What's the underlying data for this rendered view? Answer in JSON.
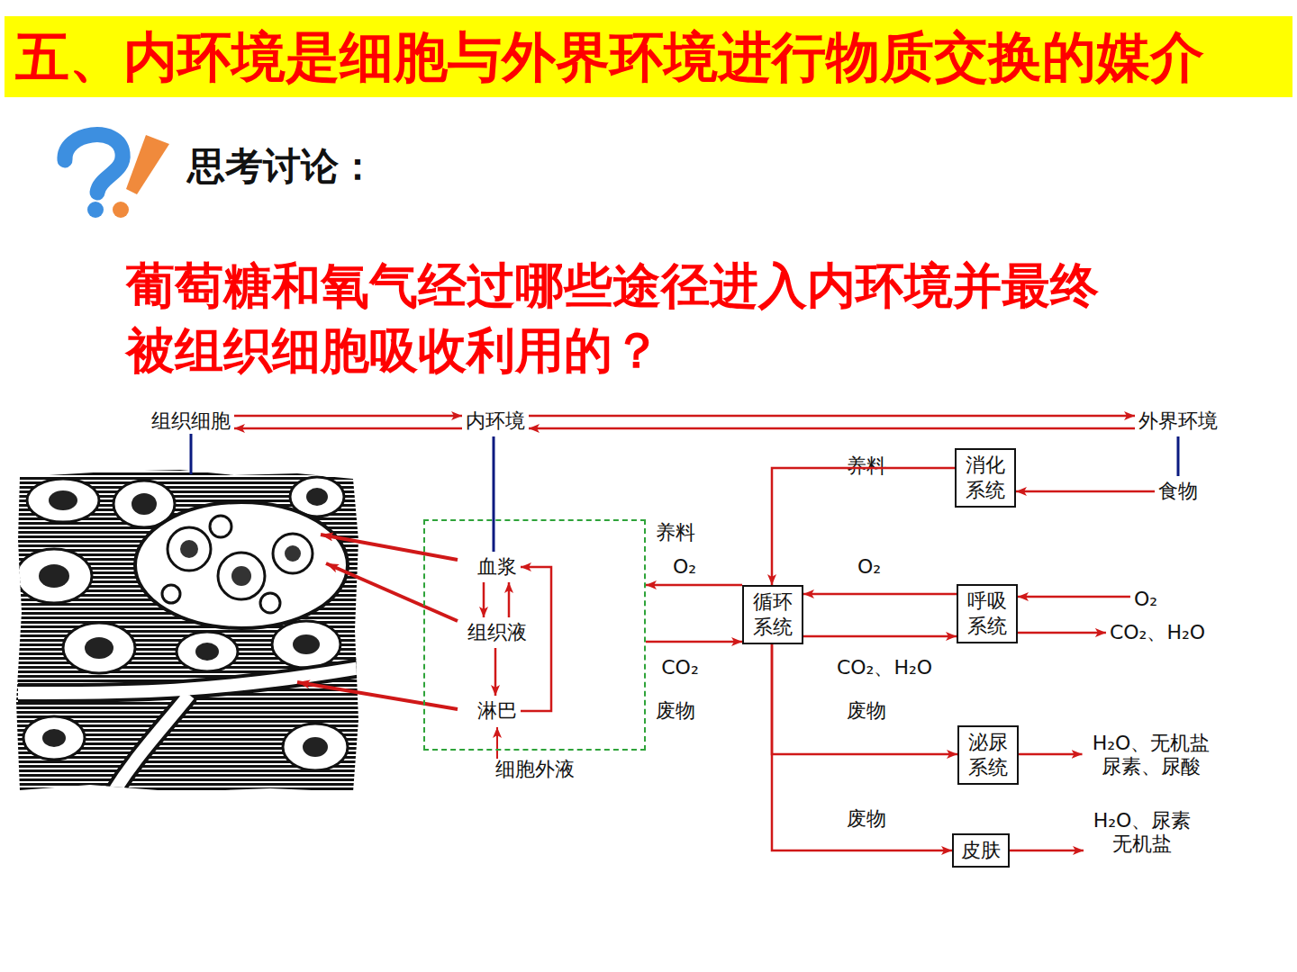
{
  "diagram": {
    "title": "五、内环境是细胞与外界环境进行物质交换的媒介",
    "nodes": [
      {
        "text": [
          "组织细胞"
        ]
      },
      {
        "text": [
          "内环境"
        ]
      },
      {
        "text": [
          "外界环境"
        ]
      },
      {
        "text": [
          "细胞外液"
        ]
      },
      {
        "text": [
          "血浆"
        ],
        "in": 3
      },
      {
        "text": [
          "组织液"
        ],
        "in": 3
      },
      {
        "text": [
          "淋巴"
        ],
        "in": 3
      },
      {
        "text": [
          "消化系统"
        ]
      },
      {
        "text": [
          "循环系统"
        ]
      },
      {
        "text": [
          "呼吸系统"
        ]
      },
      {
        "text": [
          "泌尿系统"
        ]
      },
      {
        "text": [
          "皮肤"
        ]
      },
      {
        "text": [
          "食物"
        ]
      },
      {
        "text": [
          "O₂"
        ]
      },
      {
        "text": [
          "CO₂、H₂O"
        ]
      },
      {
        "text": [
          "H₂O、无机盐 尿素、尿酸"
        ]
      },
      {
        "text": [
          "H₂O、尿素 无机盐"
        ]
      }
    ],
    "edges": [
      {
        "from": 0,
        "to": 1,
        "arrow": "to"
      },
      {
        "from": 1,
        "to": 0,
        "arrow": "to"
      },
      {
        "from": 1,
        "to": 2,
        "arrow": "to"
      },
      {
        "from": 2,
        "to": 1,
        "arrow": "to"
      },
      {
        "from": 1,
        "to": 4,
        "arrow": "none"
      },
      {
        "from": 4,
        "to": 5,
        "arrow": "to"
      },
      {
        "from": 5,
        "to": 4,
        "arrow": "to"
      },
      {
        "from": 5,
        "to": 6,
        "arrow": "to"
      },
      {
        "from": 6,
        "to": 4,
        "arrow": "to"
      },
      {
        "from": 2,
        "to": 12,
        "arrow": "none"
      },
      {
        "from": 12,
        "to": 7,
        "arrow": "to"
      },
      {
        "from": 7,
        "to": 8,
        "label": "养料",
        "arrow": "to"
      },
      {
        "from": 8,
        "to": 3,
        "arrow": "to"
      },
      {
        "from": 3,
        "to": 8,
        "arrow": "to"
      },
      {
        "from": 13,
        "to": 9,
        "arrow": "to"
      },
      {
        "from": 9,
        "to": 8,
        "label": "O₂",
        "arrow": "to"
      },
      {
        "from": 8,
        "to": 9,
        "label": "CO₂、H₂O",
        "arrow": "to"
      },
      {
        "from": 9,
        "to": 14,
        "arrow": "to"
      },
      {
        "from": 8,
        "to": 10,
        "label": "废物",
        "arrow": "to"
      },
      {
        "from": 10,
        "to": 15,
        "arrow": "to"
      },
      {
        "from": 8,
        "to": 11,
        "label": "废物",
        "arrow": "to"
      },
      {
        "from": 11,
        "to": 16,
        "arrow": "to"
      }
    ],
    "labels": [
      "思考讨论：",
      "葡萄糖和氧气经过哪些途径进入内环境并最终 被组织细胞吸收利用的？",
      "养料",
      "O₂",
      "CO₂",
      "废物"
    ]
  }
}
